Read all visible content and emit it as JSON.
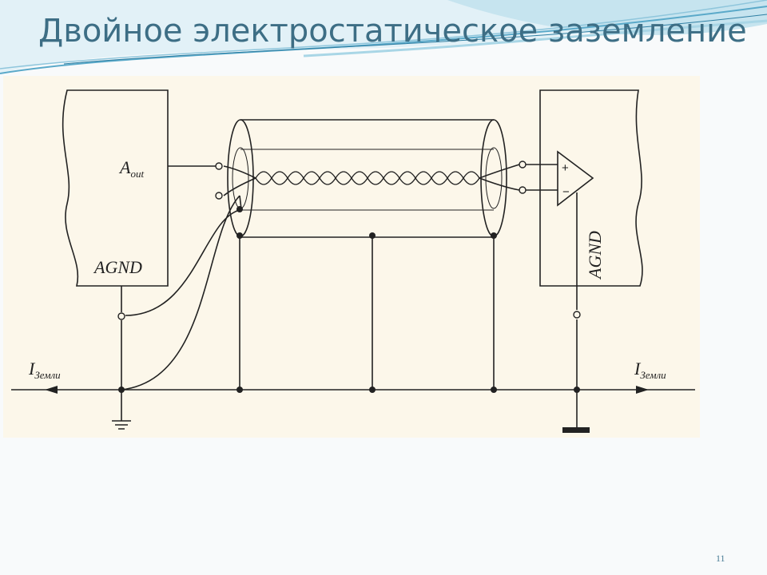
{
  "slide": {
    "title": "Двойное электростатическое заземление",
    "page_number": "11",
    "colors": {
      "title": "#3d6e85",
      "figure_background": "#fcf7ea",
      "wave_accent": "#5aa9c9",
      "ink": "#222222"
    }
  },
  "diagram": {
    "source_block": {
      "output_label": "A",
      "output_subscript": "out",
      "ground_label": "AGND"
    },
    "receiver_block": {
      "plus_label": "+",
      "minus_label": "−",
      "ground_label": "AGND"
    },
    "ground_current_left": {
      "label": "I",
      "subscript": "Земли"
    },
    "ground_current_right": {
      "label": "I",
      "subscript": "Земли"
    }
  }
}
